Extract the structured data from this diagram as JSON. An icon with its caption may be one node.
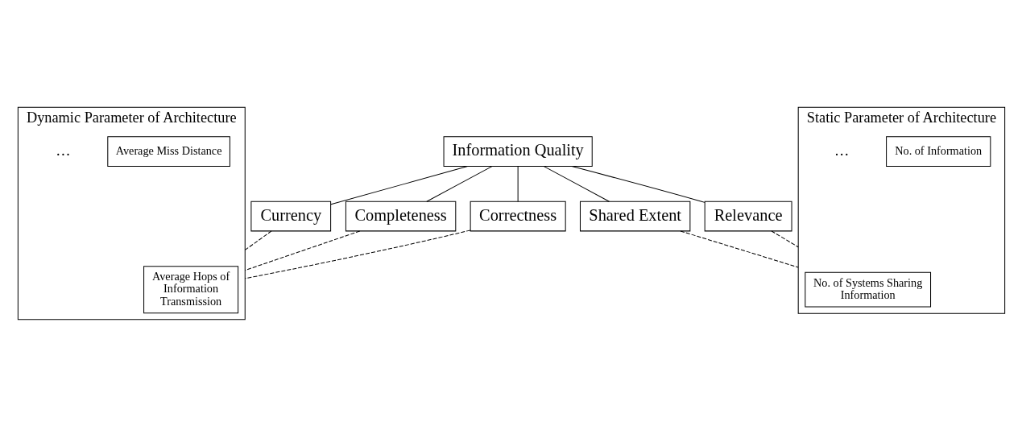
{
  "diagram": {
    "nodes": [
      {
        "text": [
          "Information Quality"
        ]
      },
      {
        "text": [
          "Completeness"
        ]
      },
      {
        "text": [
          "Correctness"
        ]
      },
      {
        "text": [
          "Currency"
        ]
      },
      {
        "text": [
          "Relevance"
        ]
      },
      {
        "text": [
          "Shared Extent"
        ]
      },
      {
        "text": [
          "Dynamic Parameter of Architecture"
        ]
      },
      {
        "text": [
          "Average Hops of Information Transmission"
        ],
        "in": 6
      },
      {
        "text": [
          "Average Miss Distance"
        ],
        "in": 6
      },
      {
        "text": [
          "Static Parameter of Architecture"
        ]
      },
      {
        "text": [
          "No. of Systems Sharing Information"
        ],
        "in": 9
      },
      {
        "text": [
          "No. of Information"
        ],
        "in": 9
      }
    ],
    "edges": [
      {
        "from": 0,
        "to": 1,
        "arrow": "none"
      },
      {
        "from": 0,
        "to": 2,
        "arrow": "none"
      },
      {
        "from": 0,
        "to": 3,
        "arrow": "none"
      },
      {
        "from": 0,
        "to": 4,
        "arrow": "none"
      },
      {
        "from": 0,
        "to": 5,
        "arrow": "none"
      },
      {
        "from": 1,
        "to": 6,
        "arrow": "none",
        "style": "dashed"
      },
      {
        "from": 2,
        "to": 6,
        "arrow": "none",
        "style": "dashed"
      },
      {
        "from": 3,
        "to": 6,
        "arrow": "none",
        "style": "dashed"
      },
      {
        "from": 4,
        "to": 9,
        "arrow": "none",
        "style": "dashed"
      },
      {
        "from": 5,
        "to": 9,
        "arrow": "none",
        "style": "dashed"
      }
    ],
    "labels": [
      "…",
      "…"
    ]
  }
}
